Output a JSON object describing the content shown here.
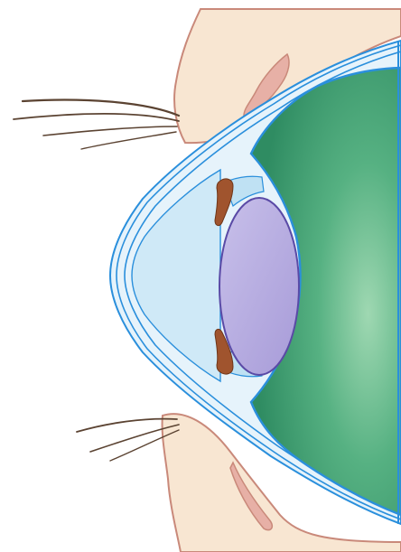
{
  "diagram": {
    "labels": [],
    "colors": {
      "skin": "#f8e6d2",
      "skin_outline": "#c9897a",
      "eyelid_tissue": "#e7b0a6",
      "vitreous": "#3f9e72",
      "vitreous_highlight": "#8fd0a6",
      "lens": "#b7aee0",
      "lens_outline": "#5a4aa6",
      "iris": "#a0542e",
      "sclera_fill": "#e6f3fb",
      "anterior_chamber": "#cfe9f7",
      "outline_blue": "#2a8fdc"
    },
    "parts": [
      "upper-eyelid",
      "lower-eyelid",
      "upper-eyelashes",
      "lower-eyelashes",
      "cornea",
      "sclera",
      "anterior-chamber",
      "iris",
      "ciliary-body",
      "lens",
      "vitreous-body"
    ]
  }
}
